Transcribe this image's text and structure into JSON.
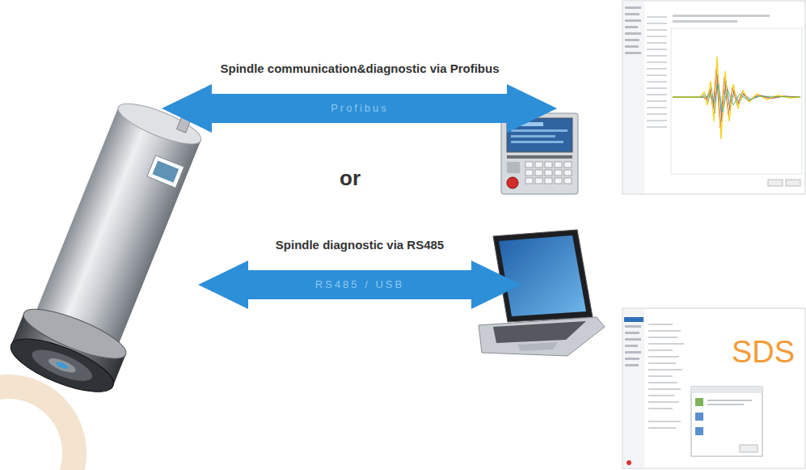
{
  "diagram": {
    "nodes": [
      {
        "text": [
          "Spindle communication&diagnostic via Profibus",
          "Profibus"
        ]
      },
      {
        "text": [
          "Spindle diagnostic via RS485",
          "RS485 / USB"
        ]
      }
    ],
    "labels": [
      "or",
      "SDS"
    ]
  }
}
